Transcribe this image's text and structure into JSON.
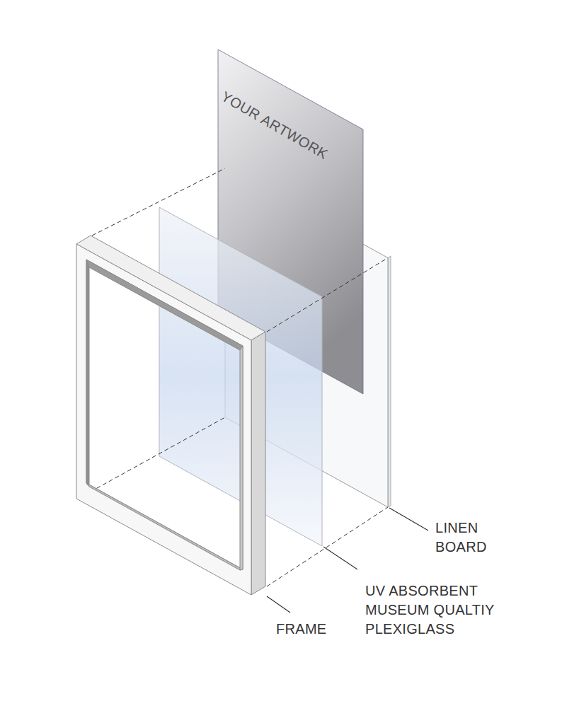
{
  "diagram": {
    "nodes": [
      {
        "text": [
          "YOUR ARTWORK"
        ]
      }
    ],
    "labels": [
      "LINEN BOARD",
      "UV ABSORBENT MUSEUM QUALTIY PLEXIGLASS",
      "FRAME"
    ]
  }
}
